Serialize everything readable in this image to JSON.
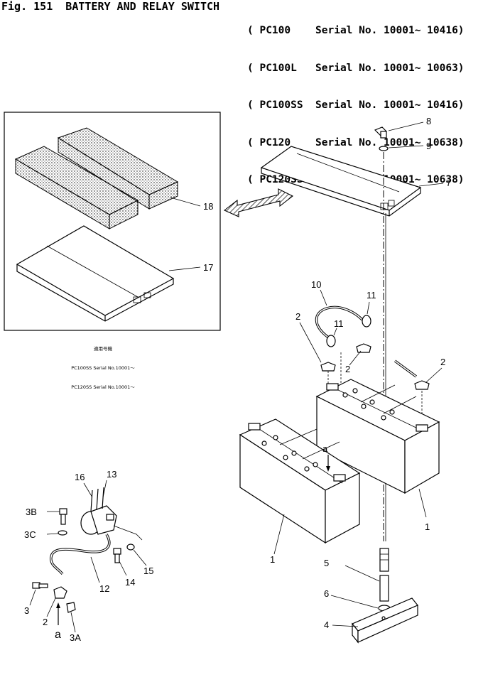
{
  "header": {
    "title": "Fig. 151  BATTERY AND RELAY SWITCH",
    "serial_lines": [
      "( PC100    Serial No. 10001~ 10416)",
      "( PC100L   Serial No. 10001~ 10063)",
      "( PC100SS  Serial No. 10001~ 10416)",
      "( PC120    Serial No. 10001~ 10638)",
      "( PC120SS  Serial No. 10001~ 10638)"
    ]
  },
  "inset": {
    "note_jp": "適用号機",
    "note_line1": "PC100SS Serial No.10001～",
    "note_line2": "PC120SS Serial No.10001～"
  },
  "callouts": {
    "c8": "8",
    "c9": "9",
    "c7": "7",
    "c18": "18",
    "c17": "17",
    "c10": "10",
    "c11a": "11",
    "c11b": "11",
    "c2a": "2",
    "c2b": "2",
    "c2c": "2",
    "c1a": "1",
    "c1b": "1",
    "c16": "16",
    "c13": "13",
    "c3B": "3B",
    "c3C": "3C",
    "c15": "15",
    "c14": "14",
    "c12": "12",
    "c3": "3",
    "c2d": "2",
    "ca": "a",
    "c3A": "3A",
    "c5": "5",
    "c6": "6",
    "c4": "4",
    "ca2": "a"
  }
}
